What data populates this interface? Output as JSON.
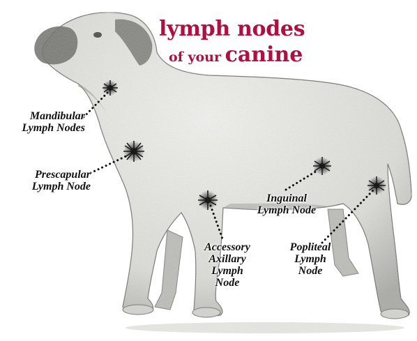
{
  "title": {
    "line1": "lymph nodes",
    "line2_small": "of your",
    "line2_big": "canine",
    "color": "#b0103f"
  },
  "labels": {
    "mandibular": [
      "Mandibular",
      "Lymph Nodes"
    ],
    "prescapular": [
      "Prescapular",
      "Lymph Node"
    ],
    "accessory_axillary": [
      "Accessory",
      "Axillary",
      "Lymph",
      "Node"
    ],
    "inguinal": [
      "Inguinal",
      "Lymph Node"
    ],
    "popliteal": [
      "Popliteal",
      "Lymph",
      "Node"
    ]
  },
  "colors": {
    "dog_body": "#ededea",
    "dog_shade": "#8f8f8c",
    "dog_dark": "#3a3a38",
    "node_ink": "#1a1a1a"
  }
}
